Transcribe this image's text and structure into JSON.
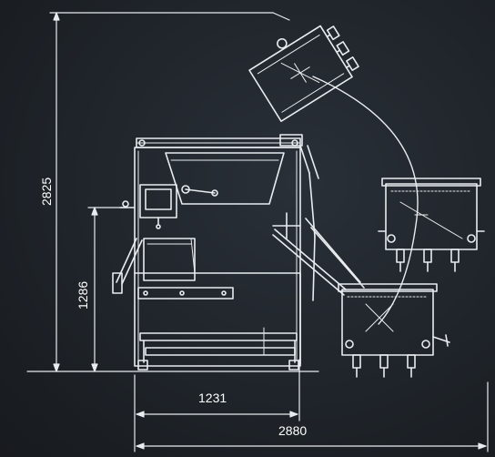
{
  "dimensions": {
    "total_height": "2825",
    "working_height": "1286",
    "base_width": "1231",
    "total_width": "2880"
  },
  "colors": {
    "background": "#1f242a",
    "line": "#e8ecef"
  }
}
